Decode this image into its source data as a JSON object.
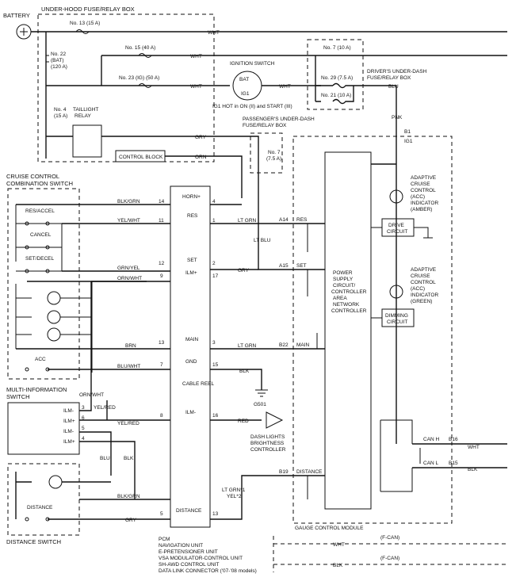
{
  "labels": {
    "battery": "BATTERY",
    "underhood_box": "UNDER-HOOD FUSE/RELAY BOX",
    "fuse_13": "No. 13 (15 A)",
    "fuse_15": "No. 15 (40 A)",
    "fuse_22_a": "No. 22",
    "fuse_22_b": "(BAT)",
    "fuse_22_c": "(120 A)",
    "fuse_23": "No. 23 (IG) (50 A)",
    "fuse_4_a": "No. 4",
    "fuse_4_b": "(15 A)",
    "taillight_a": "TAILLIGHT",
    "taillight_b": "RELAY",
    "control_block": "CONTROL BLOCK",
    "ignition_switch": "IGNITION SWITCH",
    "bat": "BAT",
    "ig1": "IG1",
    "ig1_note": "IG1 HOT in ON (II) and START (III)",
    "fuse_7_10": "No. 7 (10 A)",
    "fuse_29": "No. 29 (7.5 A)",
    "fuse_21": "No. 21 (10 A)",
    "driver_box_a": "DRIVER'S UNDER-DASH",
    "driver_box_b": "FUSE/RELAY BOX",
    "pass_box_a": "PASSENGER'S UNDER-DASH",
    "pass_box_b": "FUSE/RELAY BOX",
    "fuse_7_75_a": "No. 7",
    "fuse_7_75_b": "(7.5 A)",
    "whts": "WHT",
    "blu": "BLU",
    "pnk": "PNK",
    "gry": "GRY",
    "orn": "ORN",
    "b1": "B1",
    "ig1_pin": "IG1",
    "cc_switch_a": "CRUISE CONTROL",
    "cc_switch_b": "COMBINATION SWITCH",
    "res_accel": "RES/ACCEL",
    "cancel": "CANCEL",
    "set_decel": "SET/DECEL",
    "acc": "ACC",
    "blk_grn": "BLK/GRN",
    "yel_wht": "YEL/WHT",
    "grn_yel": "GRN/YEL",
    "orn_wht": "ORN/WHT",
    "brn": "BRN",
    "blu_wht": "BLU/WHT",
    "yel_red": "YEL/RED",
    "blk": "BLK",
    "lt_grn": "LT GRN",
    "lt_blu": "LT BLU",
    "red": "RED",
    "cable_reel": "CABLE REEL",
    "horn": "HORN+",
    "res": "RES",
    "set": "SET",
    "ilm_plus": "ILM+",
    "main": "MAIN",
    "gnd": "GND",
    "ilm_minus": "ILM-",
    "distance": "DISTANCE",
    "a14": "A14",
    "a15": "A15",
    "b22": "B22",
    "b19": "B19",
    "b16": "B16",
    "b15": "B15",
    "can_h": "CAN H",
    "can_l": "CAN L",
    "power_a": "POWER",
    "power_b": "SUPPLY",
    "power_c": "CIRCUIT/",
    "power_d": "CONTROLLER",
    "power_e": "AREA",
    "power_f": "NETWORK",
    "power_g": "CONTROLLER",
    "acc_amber_a": "ADAPTIVE",
    "acc_amber_b": "CRUISE",
    "acc_amber_c": "CONTROL",
    "acc_amber_d": "(ACC)",
    "acc_amber_e": "INDICATOR",
    "acc_amber_f": "(AMBER)",
    "acc_green_f": "(GREEN)",
    "drive_a": "DRIVE",
    "drive_b": "CIRCUIT",
    "dimming_a": "DIMMING",
    "dimming_b": "CIRCUIT",
    "mis_a": "MULTI-INFORMATION",
    "mis_b": "SWITCH",
    "ilm_m": "ILM-",
    "ilm_p": "ILM+",
    "g501": "G501",
    "dash_a": "DASH LIGHTS",
    "dash_b": "BRIGHTNESS",
    "dash_c": "CONTROLLER",
    "dist_switch": "DISTANCE SWITCH",
    "ltgrn_note_a": "LT GRN*1",
    "ltgrn_note_b": "YEL*2",
    "gauge": "GAUGE CONTROL MODULE",
    "fcan1": "(F-CAN)",
    "fcan2": "(F-CAN)",
    "list_1": "PCM",
    "list_2": "NAVIGATION UNIT",
    "list_3": "E-PRETENSIONER UNIT",
    "list_4": "VSA MODULATOR-CONTROL UNIT",
    "list_5": "SH-AWD CONTROL UNIT",
    "list_6": "DATA LINK CONNECTOR ('07-'08 models)"
  },
  "pins": {
    "p14": "14",
    "p4": "4",
    "p11": "11",
    "p1": "1",
    "p12": "12",
    "p2": "2",
    "p9": "9",
    "p17": "17",
    "p13": "13",
    "p3": "3",
    "p7": "7",
    "p15": "15",
    "p8": "8",
    "p16": "16",
    "p5": "5",
    "p13b": "13",
    "m3": "3",
    "m6": "6",
    "m5": "5",
    "m4": "4"
  }
}
